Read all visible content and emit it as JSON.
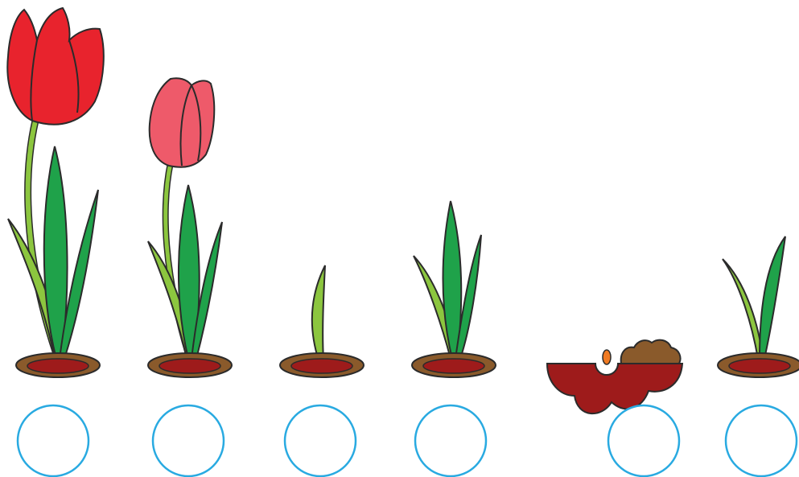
{
  "worksheet": {
    "stages": [
      {
        "id": "tulip-red-bloom"
      },
      {
        "id": "tulip-pink-bud"
      },
      {
        "id": "single-sprout"
      },
      {
        "id": "leafy-shoot"
      },
      {
        "id": "bulb-in-soil"
      },
      {
        "id": "two-leaf-shoot"
      }
    ],
    "answer_slots": [
      {
        "value": ""
      },
      {
        "value": ""
      },
      {
        "value": ""
      },
      {
        "value": ""
      },
      {
        "value": ""
      },
      {
        "value": ""
      }
    ]
  },
  "colors": {
    "outline": "#2b2b2b",
    "hole_rim": "#8a5a2b",
    "hole_inner": "#9e1b1b",
    "soil": "#9e1b1b",
    "soil_mound": "#8a5a2b",
    "seed": "#f07a22",
    "leaf_light": "#8cc63f",
    "leaf_dark": "#1fa24a",
    "stem": "#8cc63f",
    "tulip_red": "#e8232d",
    "tulip_pink": "#ee5a6a",
    "circle_stroke": "#29aae1"
  }
}
